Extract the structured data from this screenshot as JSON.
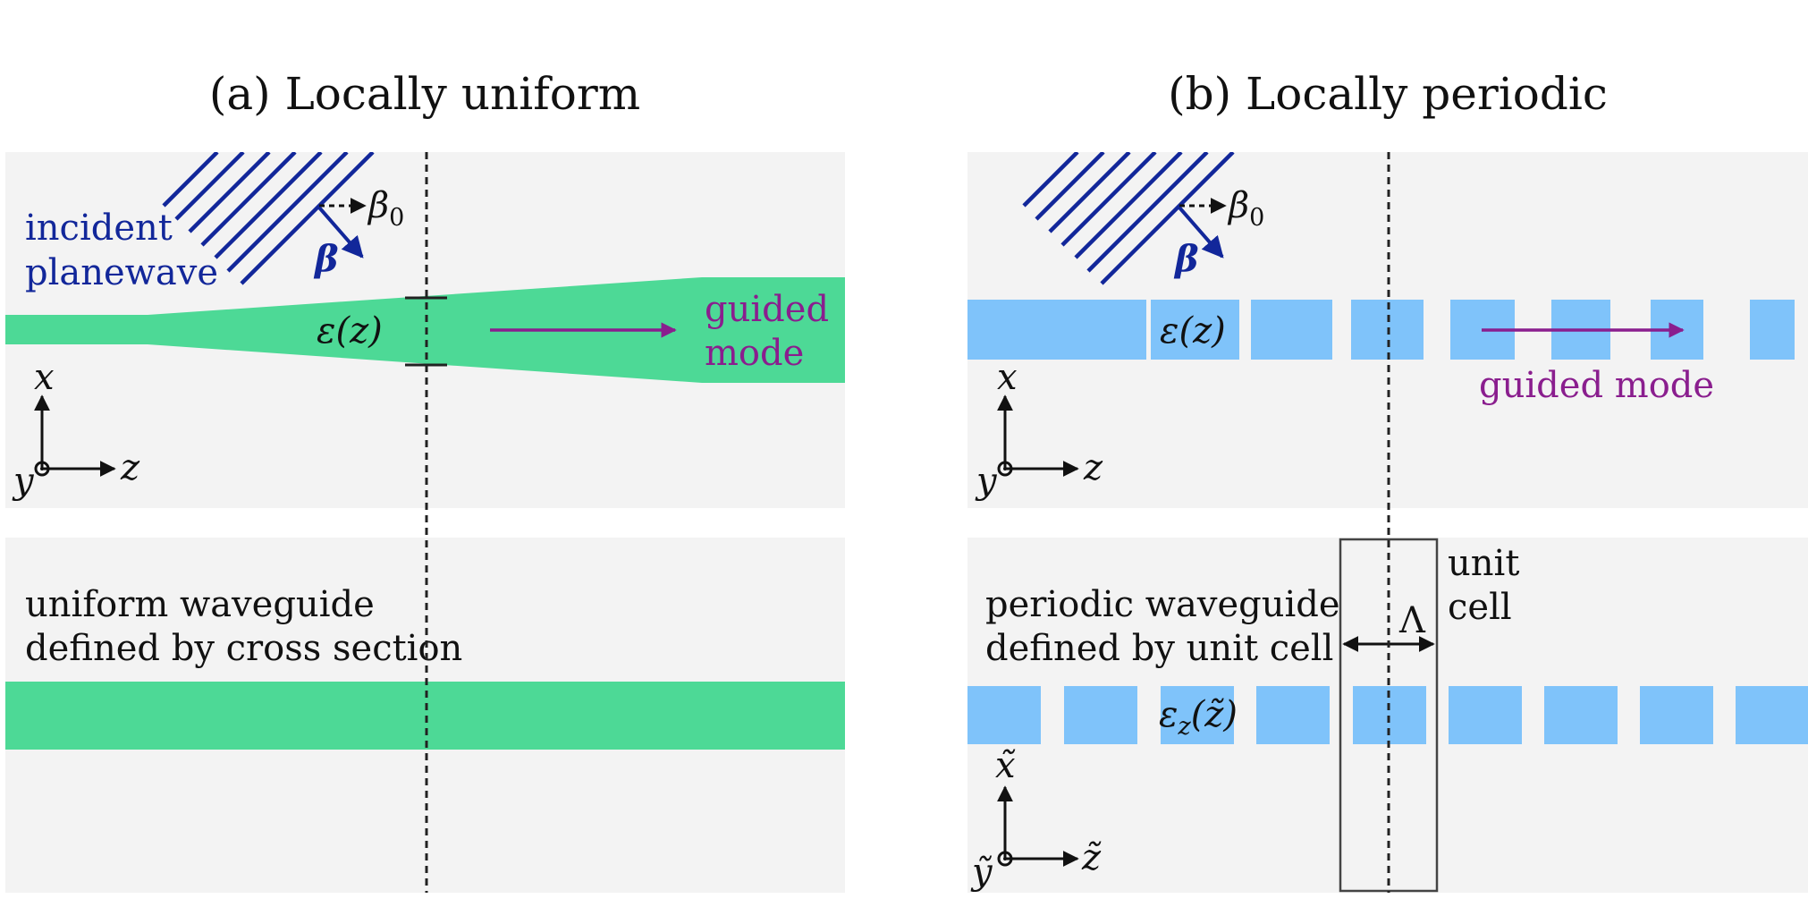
{
  "colors": {
    "panel_bg": "#f3f3f3",
    "waveguide_green": "#4dd996",
    "waveguide_blue": "#7fc3fa",
    "incident_blue": "#12279a",
    "guided_purple": "#8a1e8e",
    "guide_line": "#222222"
  },
  "left": {
    "title": "(a) Locally uniform",
    "incident_line1": "incident",
    "incident_line2": "planewave",
    "beta0": "β",
    "beta0_sub": "0",
    "beta": "β",
    "eps": "ε(z)",
    "guided_line1": "guided",
    "guided_line2": "mode",
    "axis_x": "x",
    "axis_y": "y",
    "axis_z": "z",
    "bottom_line1": "uniform waveguide",
    "bottom_line2": "defined by cross section"
  },
  "right": {
    "title": "(b) Locally periodic",
    "beta0": "β",
    "beta0_sub": "0",
    "beta": "β",
    "eps": "ε(z)",
    "guided": "guided mode",
    "axis_x": "x",
    "axis_y": "y",
    "axis_z": "z",
    "unit_line1": "unit",
    "unit_line2": "cell",
    "lambda": "Λ",
    "bottom_line1": "periodic waveguide",
    "bottom_line2": "defined by unit cell",
    "eps_z_main": "ε",
    "eps_z_sub": "z",
    "eps_z_arg": "(z̃)",
    "axis_xt": "x̃",
    "axis_yt": "ỹ",
    "axis_zt": "z̃"
  }
}
